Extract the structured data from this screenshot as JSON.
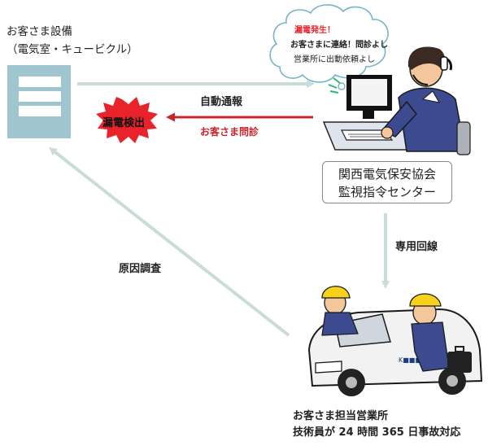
{
  "facility": {
    "title": "お客さま設備",
    "subtitle": "（電気室・キュービクル）"
  },
  "arrows": {
    "auto_report": "自動通報",
    "customer_inquiry": "お客さま問診",
    "dedicated_line": "専用回線",
    "cause_investigation": "原因調査"
  },
  "alert": {
    "label": "漏電検出",
    "color": "#e8232b"
  },
  "speech": {
    "line1": "漏電発生！",
    "line2": "お客さまに連絡！問診よし",
    "line3": "営業所に出動依頼よし"
  },
  "center": {
    "line1": "関西電気保安協会",
    "line2": "監視指令センター"
  },
  "office": {
    "line1": "お客さま担当営業所",
    "line2": "技術員が 24 時間 365 日事故対応"
  },
  "colors": {
    "panel": "#9fc6cf",
    "arrow_gray": "#c9dcd6",
    "arrow_red": "#c8262c"
  },
  "icons": [
    "cubicle-panel-icon",
    "monitoring-operator-icon",
    "service-car-icon",
    "technician-icon"
  ]
}
